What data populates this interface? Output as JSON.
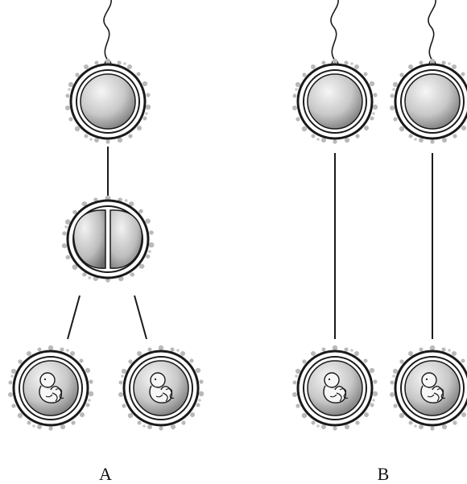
{
  "panels": [
    {
      "id": "A",
      "label": "A",
      "description_visible": false
    },
    {
      "id": "B",
      "label": "B",
      "description_visible": false
    }
  ],
  "colors": {
    "outline": "#1a1a1a",
    "cell_light": "#f4f4f4",
    "cell_dark": "#7a7a7a",
    "granules": "#b9b9b9",
    "membrane": "#ffffff"
  },
  "icons": [
    "sperm-cell-icon",
    "egg-cell-icon",
    "two-cell-embryo-icon",
    "fetus-icon"
  ]
}
